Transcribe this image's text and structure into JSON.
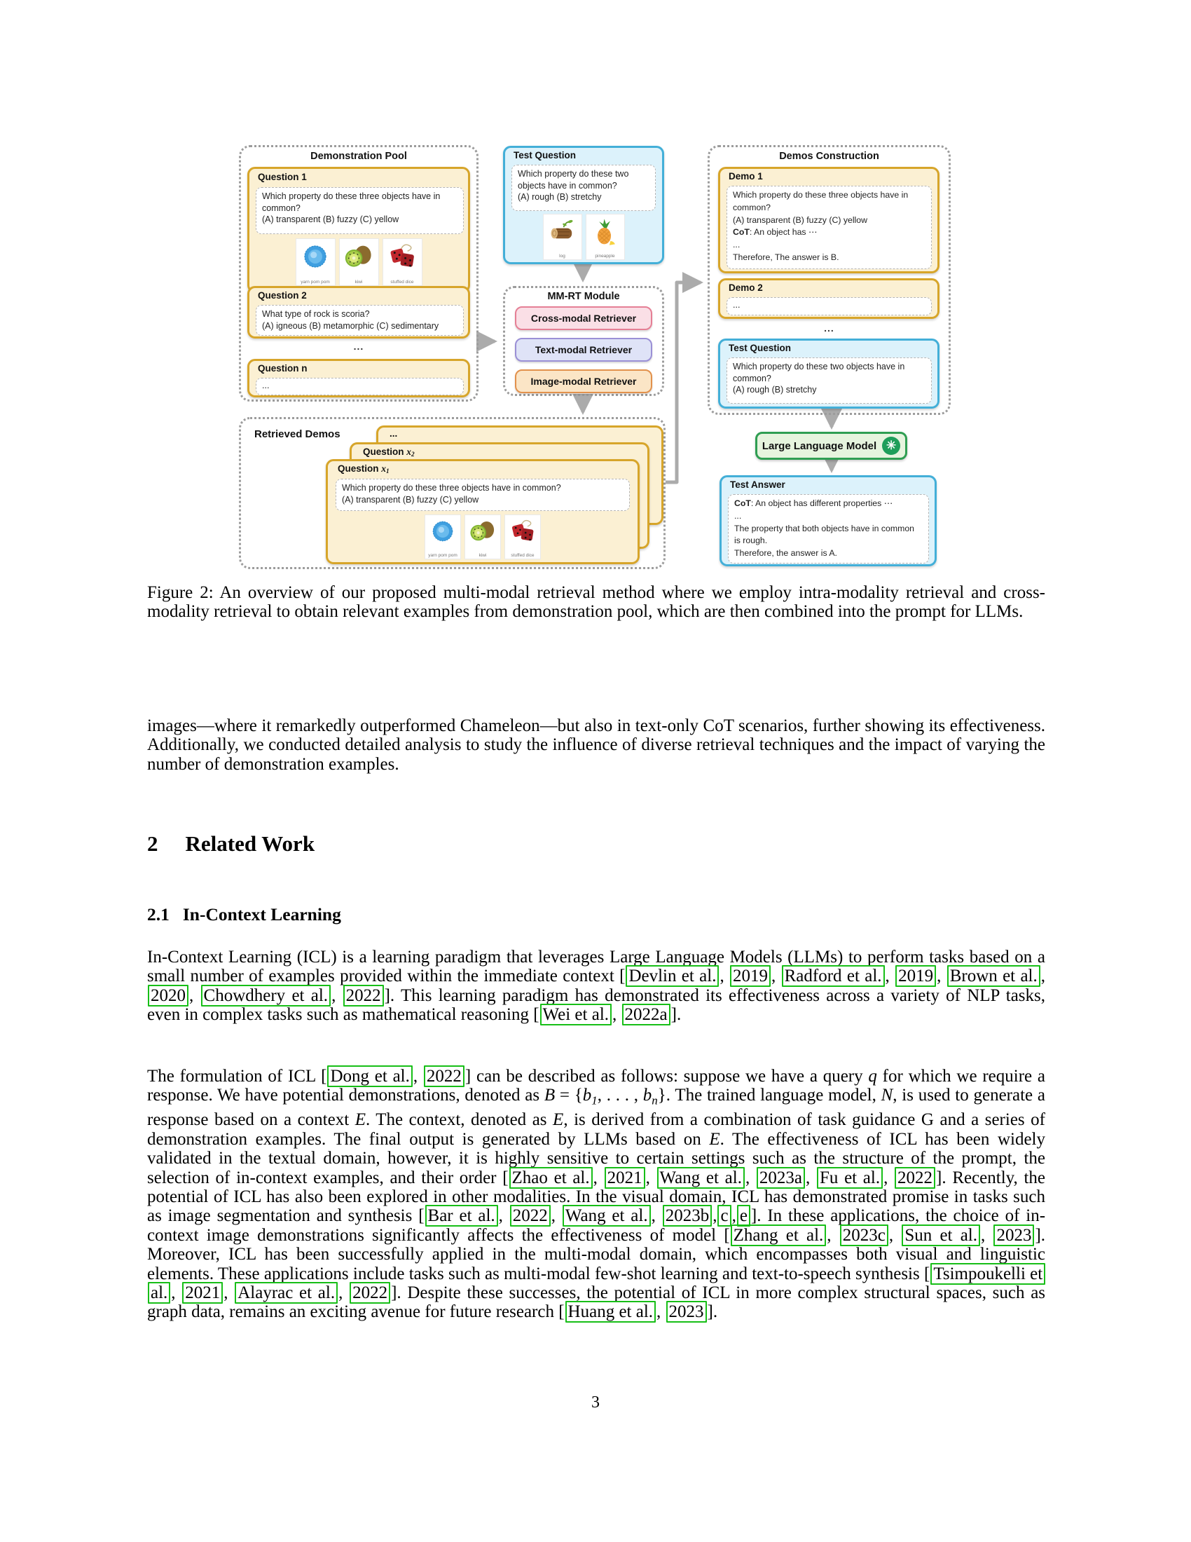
{
  "colors": {
    "card_yellow_border": "#D7A52A",
    "card_yellow_bg": "#FBF0D3",
    "card_blue_border": "#43AFD8",
    "card_blue_bg": "#DCF2FB",
    "pill_pink_border": "#E57F95",
    "pill_pink_bg": "#FADFE6",
    "pill_purple_border": "#9B90D6",
    "pill_purple_bg": "#DFE3F7",
    "pill_orange_border": "#E2914C",
    "pill_orange_bg": "#FBE5C6",
    "llm_green_border": "#2F9E52",
    "llm_green_bg": "#E6F4DE",
    "citation_green": "#17BE17",
    "arrow_gray": "#ABABAB"
  },
  "figure": {
    "demo_pool": {
      "title": "Demonstration Pool",
      "q1": {
        "label": "Question 1",
        "text": "Which property do these three objects have in common?\n(A) transparent (B) fuzzy (C) yellow",
        "images": [
          "yarn pom pom",
          "kiwi",
          "stuffed dice"
        ]
      },
      "q2": {
        "label": "Question 2",
        "text": "What type of rock is scoria?\n(A) igneous (B) metamorphic (C) sedimentary"
      },
      "ellipsis": "...",
      "qn": {
        "label": "Question n",
        "text": "..."
      }
    },
    "test_question_top": {
      "label": "Test Question",
      "text": "Which property do these two objects have in common?\n(A) rough (B) stretchy",
      "images": [
        "log",
        "pineapple"
      ]
    },
    "mmrt": {
      "title": "MM-RT Module",
      "retrievers": {
        "cross": "Cross-modal Retriever",
        "text": "Text-modal Retriever",
        "image": "Image-modal Retriever"
      }
    },
    "demos_construction": {
      "title": "Demos Construction",
      "demo1": {
        "label": "Demo 1",
        "lines": [
          [
            {
              "t": "Which property do these three objects have in common?"
            }
          ],
          [
            {
              "t": "(A) transparent (B) fuzzy (C) yellow"
            }
          ],
          [
            {
              "t": "CoT",
              "s": "b"
            },
            {
              "t": ": An object has ⋯"
            }
          ],
          [
            {
              "t": "..."
            }
          ],
          [
            {
              "t": "Therefore, The answer is B."
            }
          ]
        ]
      },
      "demo2": {
        "label": "Demo 2",
        "text": "..."
      },
      "ellipsis": "...",
      "test_question": {
        "label": "Test Question",
        "text": "Which property do these two objects have in common?\n(A) rough (B) stretchy"
      }
    },
    "retrieved": {
      "title": "Retrieved Demos",
      "back_label": "...",
      "mid_label": [
        {
          "t": "Question "
        },
        {
          "t": "x",
          "s": "mi"
        },
        {
          "t": "2",
          "s": "sub"
        }
      ],
      "front": {
        "label": [
          {
            "t": "Question "
          },
          {
            "t": "x",
            "s": "mi"
          },
          {
            "t": "1",
            "s": "sub"
          }
        ],
        "text": "Which property do these three objects have in common?\n(A) transparent (B) fuzzy (C) yellow",
        "images": [
          "yarn pom pom",
          "kiwi",
          "stuffed dice"
        ]
      }
    },
    "llm": {
      "label": "Large Language Model"
    },
    "test_answer": {
      "label": "Test Answer",
      "lines": [
        [
          {
            "t": "CoT",
            "s": "b"
          },
          {
            "t": ": An object has different properties ⋯"
          }
        ],
        [
          {
            "t": "..."
          }
        ],
        [
          {
            "t": "The property that both objects have in common is rough."
          }
        ],
        [
          {
            "t": "Therefore, the answer is A."
          }
        ]
      ]
    }
  },
  "caption": "Figure 2: An overview of our proposed multi-modal retrieval method where we employ intra-modality retrieval and cross-modality retrieval to obtain relevant examples from demonstration pool, which are then combined into the prompt for LLMs.",
  "body": {
    "p_intro": [
      {
        "t": "images—where it remarkedly outperformed Chameleon—but also in text-only CoT scenarios, further showing its effectiveness.  Additionally, we conducted detailed analysis to study the influence of diverse retrieval techniques and the impact of varying the number of demonstration examples."
      }
    ],
    "sec2": {
      "num": "2",
      "title": "Related Work"
    },
    "sec21": {
      "num": "2.1",
      "title": "In-Context Learning"
    },
    "p_icl": [
      {
        "t": "In-Context Learning (ICL) is a learning paradigm that leverages Large Language Models (LLMs) to perform tasks based on a small number of examples provided within the immediate context ["
      },
      {
        "t": "Devlin et al.",
        "s": "cite"
      },
      {
        "t": ", "
      },
      {
        "t": "2019",
        "s": "cite"
      },
      {
        "t": ", "
      },
      {
        "t": "Radford et al.",
        "s": "cite"
      },
      {
        "t": ", "
      },
      {
        "t": "2019",
        "s": "cite"
      },
      {
        "t": ", "
      },
      {
        "t": "Brown et al.",
        "s": "cite"
      },
      {
        "t": ", "
      },
      {
        "t": "2020",
        "s": "cite"
      },
      {
        "t": ", "
      },
      {
        "t": "Chowdhery et al.",
        "s": "cite"
      },
      {
        "t": ", "
      },
      {
        "t": "2022",
        "s": "cite"
      },
      {
        "t": "]. This learning paradigm has demonstrated its effectiveness across a variety of NLP tasks, even in complex tasks such as mathematical reasoning ["
      },
      {
        "t": "Wei et al.",
        "s": "cite"
      },
      {
        "t": ", "
      },
      {
        "t": "2022a",
        "s": "cite"
      },
      {
        "t": "]."
      }
    ],
    "p_formulation": [
      {
        "t": "The formulation of ICL ["
      },
      {
        "t": "Dong et al.",
        "s": "cite"
      },
      {
        "t": ", "
      },
      {
        "t": "2022",
        "s": "cite"
      },
      {
        "t": "] can be described as follows: suppose we have a query "
      },
      {
        "t": "q",
        "s": "mi"
      },
      {
        "t": " for which we require a response. We have potential demonstrations, denoted as "
      },
      {
        "t": "B",
        "s": "mi"
      },
      {
        "t": " = {"
      },
      {
        "t": "b",
        "s": "mi"
      },
      {
        "t": "1",
        "s": "sub"
      },
      {
        "t": ", . . . , "
      },
      {
        "t": "b",
        "s": "mi"
      },
      {
        "t": "n",
        "s": "sub"
      },
      {
        "t": "}. The trained language model, "
      },
      {
        "t": "N",
        "s": "mi"
      },
      {
        "t": ", is used to generate a response based on a context "
      },
      {
        "t": "E",
        "s": "mi"
      },
      {
        "t": ". The context, denoted as "
      },
      {
        "t": "E",
        "s": "mi"
      },
      {
        "t": ", is derived from a combination of task guidance G and a series of demonstration examples. The final output is generated by LLMs based on "
      },
      {
        "t": "E",
        "s": "mi"
      },
      {
        "t": ". The effectiveness of ICL has been widely validated in the textual domain, however, it is highly sensitive to certain settings such as the structure of the prompt, the selection of in-context examples, and their order ["
      },
      {
        "t": "Zhao et al.",
        "s": "cite"
      },
      {
        "t": ", "
      },
      {
        "t": "2021",
        "s": "cite"
      },
      {
        "t": ", "
      },
      {
        "t": "Wang et al.",
        "s": "cite"
      },
      {
        "t": ", "
      },
      {
        "t": "2023a",
        "s": "cite"
      },
      {
        "t": ", "
      },
      {
        "t": "Fu et al.",
        "s": "cite"
      },
      {
        "t": ", "
      },
      {
        "t": "2022",
        "s": "cite"
      },
      {
        "t": "]. Recently, the potential of ICL has also been explored in other modalities. In the visual domain, ICL has demonstrated promise in tasks such as image segmentation and synthesis ["
      },
      {
        "t": "Bar et al.",
        "s": "cite"
      },
      {
        "t": ", "
      },
      {
        "t": "2022",
        "s": "cite"
      },
      {
        "t": ", "
      },
      {
        "t": "Wang et al.",
        "s": "cite"
      },
      {
        "t": ", "
      },
      {
        "t": "2023b",
        "s": "cite"
      },
      {
        "t": ","
      },
      {
        "t": "c",
        "s": "cite"
      },
      {
        "t": ","
      },
      {
        "t": "e",
        "s": "cite"
      },
      {
        "t": "]. In these applications, the choice of in-context image demonstrations significantly affects the effectiveness of model ["
      },
      {
        "t": "Zhang et al.",
        "s": "cite"
      },
      {
        "t": ", "
      },
      {
        "t": "2023c",
        "s": "cite"
      },
      {
        "t": ", "
      },
      {
        "t": "Sun et al.",
        "s": "cite"
      },
      {
        "t": ", "
      },
      {
        "t": "2023",
        "s": "cite"
      },
      {
        "t": "]. Moreover, ICL has been successfully applied in the multi-modal domain, which encompasses both visual and linguistic elements. These applications include tasks such as multi-modal few-shot learning and text-to-speech synthesis ["
      },
      {
        "t": "Tsimpoukelli et al.",
        "s": "cite"
      },
      {
        "t": ", "
      },
      {
        "t": "2021",
        "s": "cite"
      },
      {
        "t": ", "
      },
      {
        "t": "Alayrac et al.",
        "s": "cite"
      },
      {
        "t": ", "
      },
      {
        "t": "2022",
        "s": "cite"
      },
      {
        "t": "]. Despite these successes, the potential of ICL in more complex structural spaces, such as graph data, remains an exciting avenue for future research ["
      },
      {
        "t": "Huang et al.",
        "s": "cite"
      },
      {
        "t": ", "
      },
      {
        "t": "2023",
        "s": "cite"
      },
      {
        "t": "]."
      }
    ],
    "page_number": "3"
  }
}
